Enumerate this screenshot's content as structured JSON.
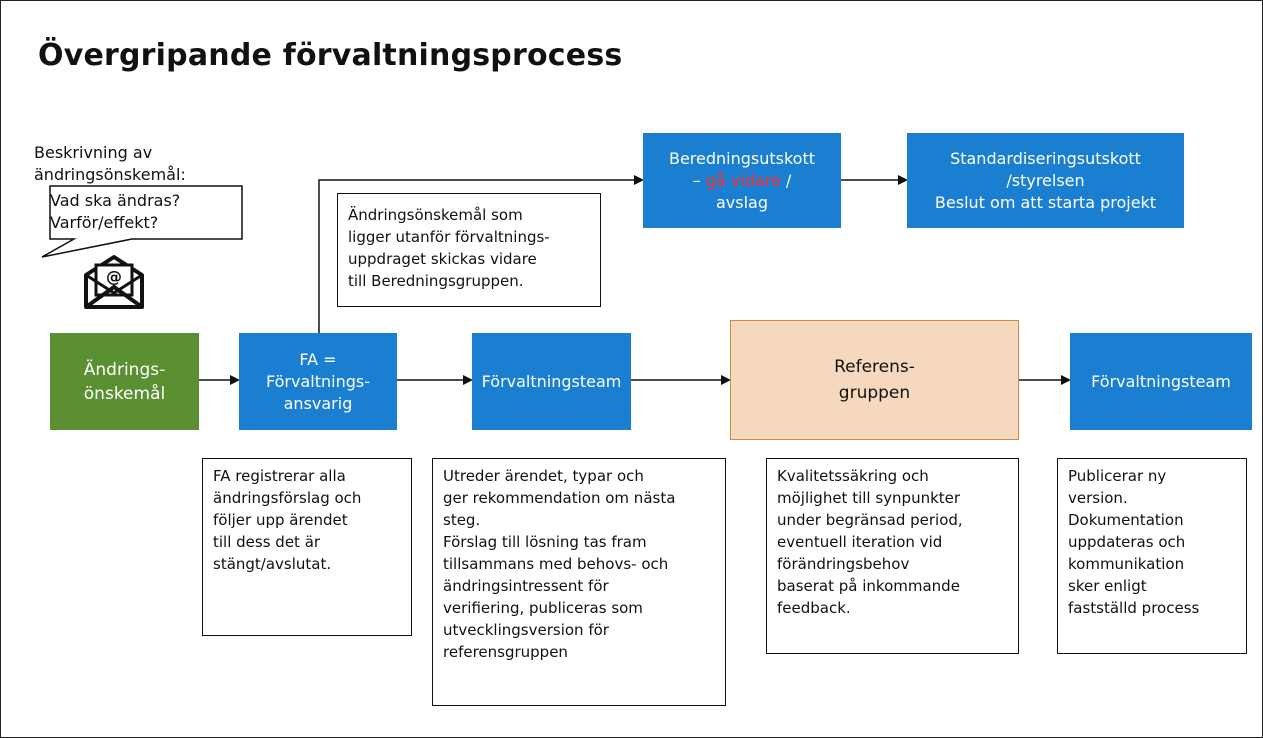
{
  "title": "Övergripande förvaltningsprocess",
  "description_label": "Beskrivning av\nändringsönskemål:",
  "callout": "Vad ska ändras?\nVarför/effekt?",
  "icons": {
    "mail": "envelope-at-icon"
  },
  "nodes": {
    "andringsonskemal": "Ändrings-\nönskemål",
    "fa": "FA =\nFörvaltnings-\nansvarig",
    "team1": "Förvaltningsteam",
    "referens": "Referens-\ngruppen",
    "team2": "Förvaltningsteam",
    "beredning_line1": "Beredningsutskott",
    "beredning_dash": "– ",
    "beredning_red": "gå vidare",
    "beredning_slash": " /",
    "beredning_line3": "avslag",
    "standard": "Standardiseringsutskott\n/styrelsen\nBeslut om att starta projekt"
  },
  "notes": {
    "utanfor": "Ändringsönskemål som\nligger utanför förvaltnings-\nuppdraget skickas vidare\ntill Beredningsgruppen.",
    "fa": "FA registrerar alla\nändringsförslag och\nföljer upp ärendet\ntill dess det är\nstängt/avslutat.",
    "team1": "Utreder ärendet, typar och\nger rekommendation om nästa\nsteg.\nFörslag till lösning tas fram\ntillsammans med behovs- och\nändringsintressent för\nverifiering, publiceras som\nutvecklingsversion för\nreferensgruppen",
    "referens": "Kvalitetssäkring och\nmöjlighet till synpunkter\nunder begränsad period,\neventuell iteration vid\nförändringsbehov\nbaserat på inkommande\nfeedback.",
    "team2": "Publicerar ny\nversion.\nDokumentation\nuppdateras och\nkommunikation\nsker enligt\nfastställd process"
  },
  "colors": {
    "blue": "#1a7fd1",
    "green": "#5a8f32",
    "peach": "#f5d8bd",
    "peach_border": "#c98a4c",
    "highlight": "#ff2a2a"
  }
}
